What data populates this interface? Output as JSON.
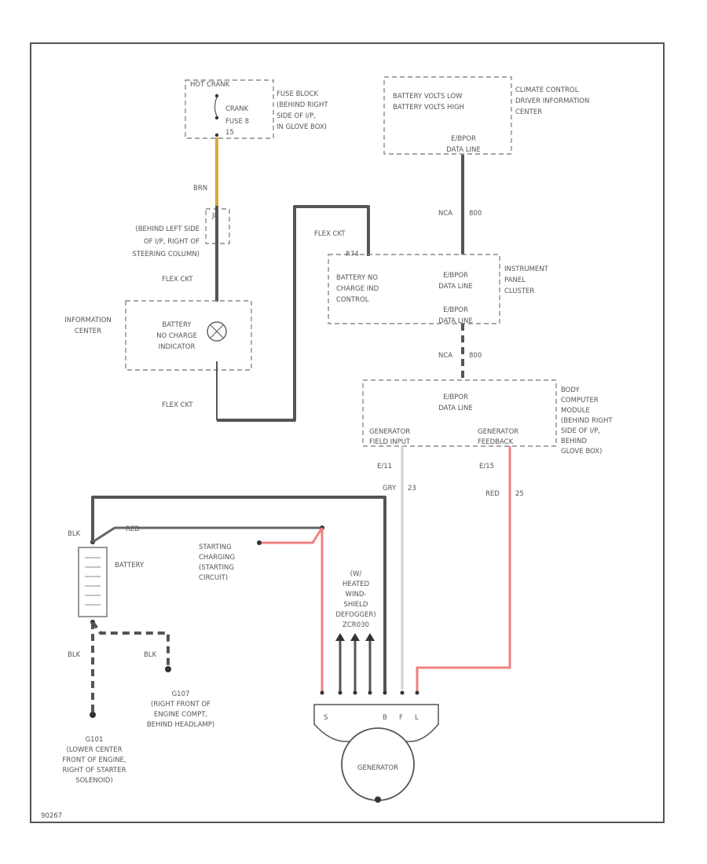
{
  "colors": {
    "wire_black": "#555555",
    "wire_red": "#f08080",
    "wire_brown": "#d8a93a",
    "wire_white": "#d0d0d0",
    "frame": "#555555",
    "box": "#8a8a8a"
  },
  "components": {
    "fuse_block": {
      "hot_label": "HOT CRANK",
      "fuse_label_line1": "CRANK",
      "fuse_label_line2": "FUSE 8",
      "fuse_amps": "15",
      "loc_line1": "FUSE BLOCK",
      "loc_line2": "(BEHIND RIGHT",
      "loc_line3": "SIDE OF I/P,",
      "loc_line4": "IN GLOVE BOX)"
    },
    "wire_brn": "BRN",
    "j8": {
      "id": "J8",
      "loc_line1": "(BEHIND LEFT SIDE",
      "loc_line2": "OF I/P, RIGHT OF",
      "loc_line3": "STEERING COLUMN)"
    },
    "flex_ckt_1": "FLEX CKT",
    "flex_ckt_2": "FLEX CKT",
    "flex_ckt_3": "FLEX CKT",
    "information_center": {
      "title_line1": "INFORMATION",
      "title_line2": "CENTER",
      "inner_line1": "BATTERY",
      "inner_line2": "NO CHARGE",
      "inner_line3": "INDICATOR"
    },
    "climate_control": {
      "line1": "BATTERY VOLTS LOW",
      "line2": "BATTERY VOLTS HIGH",
      "data_line1": "E/BPOR",
      "data_line2": "DATA LINE",
      "title_line1": "CLIMATE CONTROL",
      "title_line2": "DRIVER INFORMATION",
      "title_line3": "CENTER"
    },
    "wire_nca800_1_color": "NCA",
    "wire_nca800_1_circuit": "800",
    "instrument_cluster": {
      "pin": "R74",
      "inner_line1": "BATTERY NO",
      "inner_line2": "CHARGE IND",
      "inner_line3": "CONTROL",
      "data_line1": "E/BPOR",
      "data_line2": "DATA LINE",
      "data2_line1": "E/BPOR",
      "data2_line2": "DATA LINE",
      "title_line1": "INSTRUMENT",
      "title_line2": "PANEL",
      "title_line3": "CLUSTER"
    },
    "wire_nca800_2_color": "NCA",
    "wire_nca800_2_circuit": "800",
    "bcm": {
      "data_line1": "E/BPOR",
      "data_line2": "DATA LINE",
      "gen_field_line1": "GENERATOR",
      "gen_field_line2": "FIELD INPUT",
      "gen_feedback_line1": "GENERATOR",
      "gen_feedback_line2": "FEEDBACK",
      "title_line1": "BODY",
      "title_line2": "COMPUTER",
      "title_line3": "MODULE",
      "title_line4": "(BEHIND RIGHT",
      "title_line5": "SIDE OF I/P,",
      "title_line6": "BEHIND",
      "title_line7": "GLOVE BOX)"
    },
    "wire_field_pin": "E/11",
    "wire_field_color": "GRY",
    "wire_field_circuit": "23",
    "wire_feedback_pin": "E/15",
    "wire_feedback_color": "RED",
    "wire_feedback_circuit": "25",
    "battery": {
      "label": "BATTERY",
      "wire_top": "BLK",
      "wire_top2": "RED",
      "wire_left": "BLK",
      "wire_right": "BLK"
    },
    "starting": {
      "line1": "STARTING",
      "line2": "CHARGING",
      "line3": "(STARTING",
      "line4": "CIRCUIT)"
    },
    "defogger": {
      "line1": "(W/",
      "line2": "HEATED",
      "line3": "WIND-",
      "line4": "SHIELD",
      "line5": "DEFOGGER)",
      "line6": "ZCR030"
    },
    "ground_g107": {
      "id": "G107",
      "line1": "(RIGHT FRONT OF",
      "line2": "ENGINE COMPT,",
      "line3": "BEHIND HEADLAMP)"
    },
    "ground_g101": {
      "id": "G101",
      "line1": "(LOWER CENTER",
      "line2": "FRONT OF ENGINE,",
      "line3": "RIGHT OF STARTER",
      "line4": "SOLENOID)"
    },
    "generator": {
      "label": "GENERATOR",
      "term_s": "S",
      "term_b": "B",
      "term_f": "F",
      "term_l": "L"
    }
  },
  "figure_id": "90267"
}
